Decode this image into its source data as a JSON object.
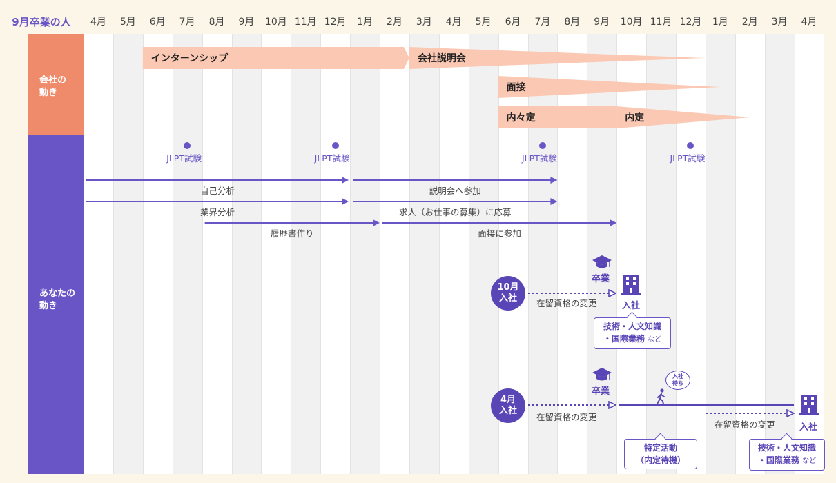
{
  "header": {
    "corner_label": "9月卒業の人",
    "months": [
      "4月",
      "5月",
      "6月",
      "7月",
      "8月",
      "9月",
      "10月",
      "11月",
      "12月",
      "1月",
      "2月",
      "3月",
      "4月",
      "5月",
      "6月",
      "7月",
      "8月",
      "9月",
      "10月",
      "11月",
      "12月",
      "1月",
      "2月",
      "3月",
      "4月"
    ]
  },
  "rows": {
    "company_label": "会社の\n動き",
    "you_label": "あなたの\n動き"
  },
  "company_bars": [
    {
      "label": "インターンシップ",
      "from": 2,
      "to": 11,
      "shape": "arrow"
    },
    {
      "label": "会社説明会",
      "from": 11,
      "to": 21,
      "shape": "taper"
    },
    {
      "label": "面接",
      "from": 14,
      "to": 21.5,
      "shape": "taper"
    },
    {
      "label": "内々定",
      "from": 14,
      "to": 18,
      "shape": "flat"
    },
    {
      "label": "内定",
      "from": 18,
      "to": 22.5,
      "shape": "taper"
    }
  ],
  "jlpt": [
    {
      "label": "JLPT試験",
      "at": 3
    },
    {
      "label": "JLPT試験",
      "at": 8
    },
    {
      "label": "JLPT試験",
      "at": 15
    },
    {
      "label": "JLPT試験",
      "at": 20
    }
  ],
  "arrows": [
    {
      "label": "自己分析",
      "from": 0,
      "to": 9,
      "row": 0
    },
    {
      "label": "説明会へ参加",
      "from": 9,
      "to": 16,
      "row": 0
    },
    {
      "label": "業界分析",
      "from": 0,
      "to": 9,
      "row": 1
    },
    {
      "label": "求人（お仕事の募集）に応募",
      "from": 9,
      "to": 16,
      "row": 1
    },
    {
      "label": "履歴書作り",
      "from": 4,
      "to": 10,
      "row": 2
    },
    {
      "label": "面接に参加",
      "from": 10,
      "to": 18,
      "row": 2
    }
  ],
  "scenario_oct": {
    "badge": "10月\n入社",
    "graduation": "卒業",
    "status_change": "在留資格の変更",
    "join": "入社",
    "visa_line1": "技術・人文知識",
    "visa_line2": "・国際業務",
    "visa_suffix": "など"
  },
  "scenario_apr": {
    "badge": "4月\n入社",
    "graduation": "卒業",
    "status_change": "在留資格の変更",
    "waiting_bubble": "入社\n待ち",
    "status_change_2": "在留資格の変更",
    "join": "入社",
    "activity_line1": "特定活動",
    "activity_line2": "（内定待機）",
    "visa_line1": "技術・人文知識",
    "visa_line2": "・国際業務",
    "visa_suffix": "など"
  },
  "colors": {
    "accent": "#6a55c6",
    "accent_dark": "#5a45b6",
    "company_side": "#ef8a6a",
    "bar_fill": "#fbc8b4",
    "background": "#fbf6e7"
  }
}
